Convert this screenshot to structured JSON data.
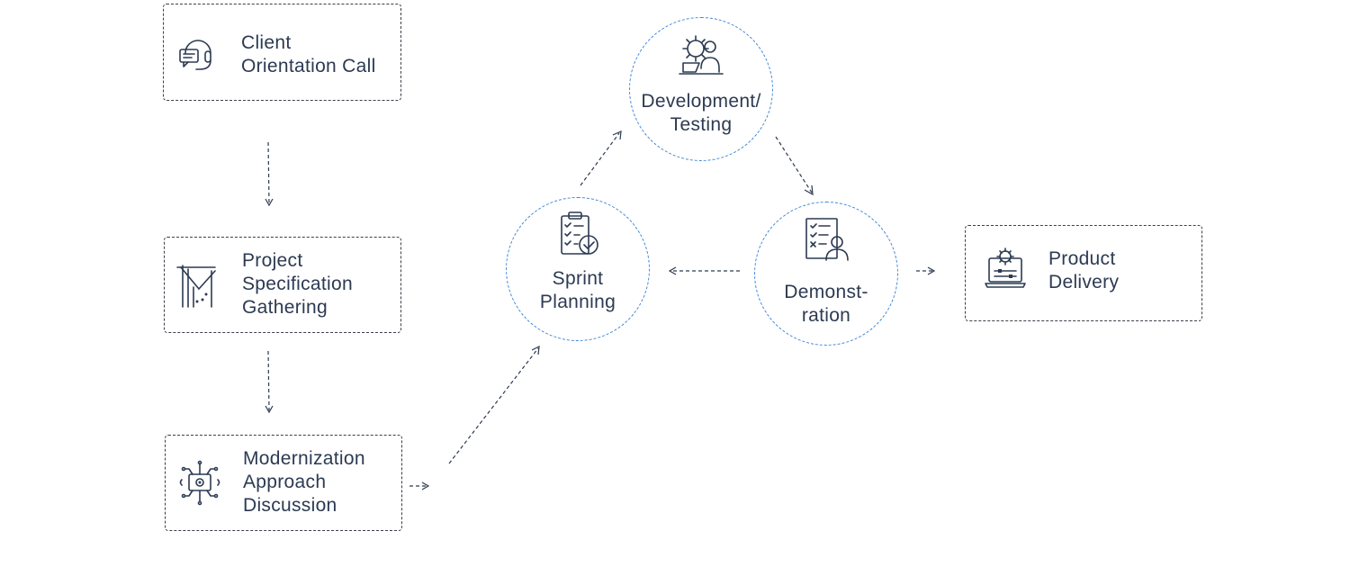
{
  "steps": [
    {
      "id": "client-orientation-call",
      "lines": [
        "Client",
        "Orientation Call"
      ],
      "icon": "headset-chat-icon"
    },
    {
      "id": "project-specification-gathering",
      "lines": [
        "Project",
        "Specification",
        "Gathering"
      ],
      "icon": "blueprint-structure-icon"
    },
    {
      "id": "modernization-approach-discussion",
      "lines": [
        "Modernization",
        "Approach",
        "Discussion"
      ],
      "icon": "circuit-chip-icon"
    }
  ],
  "cycle": [
    {
      "id": "development-testing",
      "lines": [
        "Development/",
        "Testing"
      ],
      "icon": "developer-gear-icon"
    },
    {
      "id": "sprint-planning",
      "lines": [
        "Sprint",
        "Planning"
      ],
      "icon": "clipboard-check-icon"
    },
    {
      "id": "demonstration",
      "lines": [
        "Demonst-",
        "ration"
      ],
      "icon": "presenter-checklist-icon"
    }
  ],
  "final": {
    "id": "product-delivery",
    "lines": [
      "Product",
      "Delivery"
    ],
    "icon": "laptop-settings-icon"
  },
  "colors": {
    "text": "#2c3a52",
    "box_border": "#3a3f48",
    "circle_border": "#3f86d6"
  }
}
